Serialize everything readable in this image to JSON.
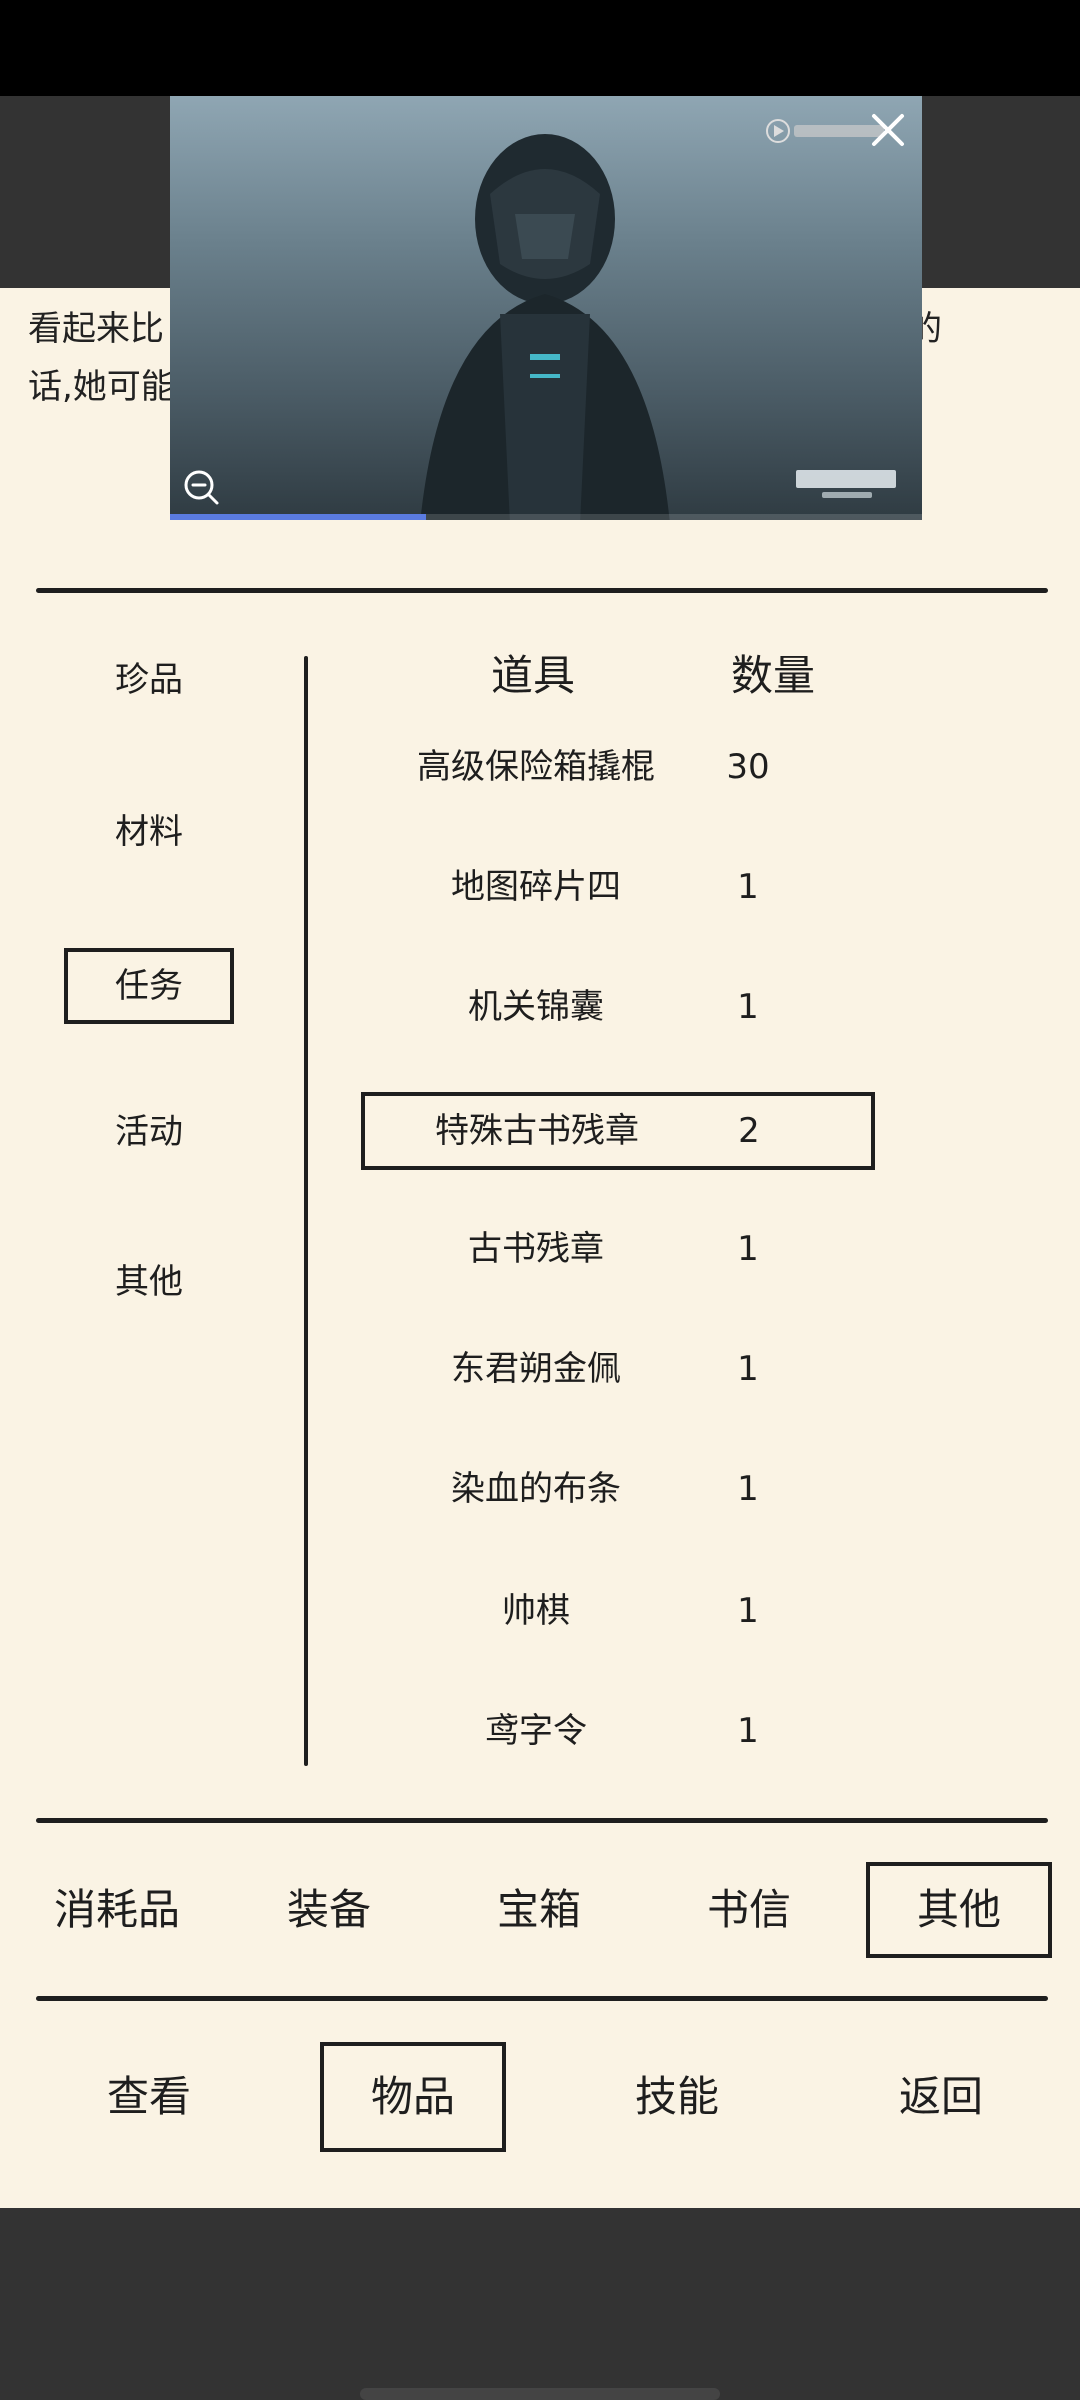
{
  "story": {
    "line1": "看起来比",
    "line1_end": "的",
    "line2": "话,她可能"
  },
  "video": {
    "progress_percent": 34,
    "close_icon": "close-icon",
    "zoom_icon": "zoom-out-icon"
  },
  "categories": [
    {
      "label": "珍品"
    },
    {
      "label": "材料"
    },
    {
      "label": "任务",
      "selected": true
    },
    {
      "label": "活动"
    },
    {
      "label": "其他"
    }
  ],
  "table": {
    "header_item": "道具",
    "header_qty": "数量",
    "rows": [
      {
        "name": "高级保险箱撬棍",
        "qty": "30"
      },
      {
        "name": "地图碎片四",
        "qty": "1"
      },
      {
        "name": "机关锦囊",
        "qty": "1"
      },
      {
        "name": "特殊古书残章",
        "qty": "2",
        "selected": true
      },
      {
        "name": "古书残章",
        "qty": "1"
      },
      {
        "name": "东君朔金佩",
        "qty": "1"
      },
      {
        "name": "染血的布条",
        "qty": "1"
      },
      {
        "name": "帅棋",
        "qty": "1"
      },
      {
        "name": "鸢字令",
        "qty": "1"
      }
    ]
  },
  "type_tabs": [
    {
      "label": "消耗品"
    },
    {
      "label": "装备"
    },
    {
      "label": "宝箱"
    },
    {
      "label": "书信"
    },
    {
      "label": "其他",
      "selected": true
    }
  ],
  "nav": [
    {
      "label": "查看"
    },
    {
      "label": "物品",
      "selected": true
    },
    {
      "label": "技能"
    },
    {
      "label": "返回"
    }
  ]
}
